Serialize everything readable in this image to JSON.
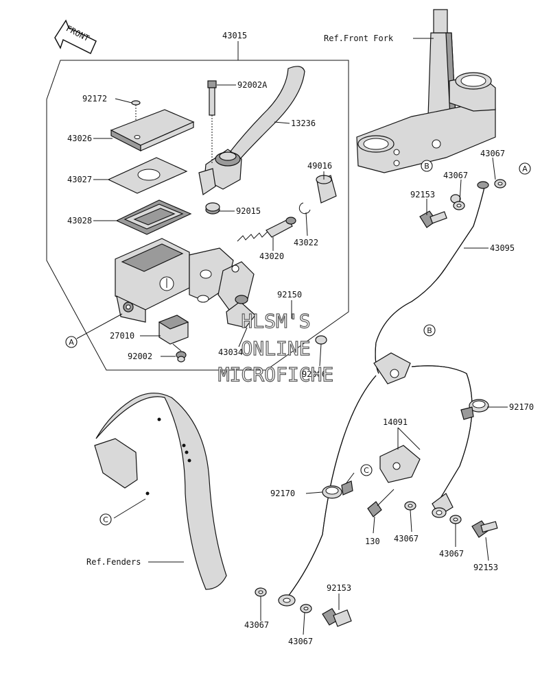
{
  "front_arrow_label": "FRONT",
  "ref_labels": {
    "front_fork": "Ref.Front Fork",
    "fenders": "Ref.Fenders"
  },
  "part_numbers": {
    "p43015": "43015",
    "p92172": "92172",
    "p92002A": "92002A",
    "p13236": "13236",
    "p43026": "43026",
    "p43027": "43027",
    "p49016": "49016",
    "p92015": "92015",
    "p43028": "43028",
    "p43022": "43022",
    "p43020": "43020",
    "p92150": "92150",
    "p27010": "27010",
    "p92002": "92002",
    "p43034": "43034",
    "p92066": "92066",
    "p43067_a": "43067",
    "p43067_b": "43067",
    "p92153_a": "92153",
    "p43095": "43095",
    "p92170_a": "92170",
    "p14091": "14091",
    "p92170_b": "92170",
    "p130": "130",
    "p43067_c": "43067",
    "p43067_d": "43067",
    "p92153_b": "92153",
    "p92153_c": "92153",
    "p43067_e": "43067",
    "p43067_f": "43067"
  },
  "ref_markers": {
    "a1": "A",
    "a2": "A",
    "b1": "B",
    "b2": "B",
    "c1": "C",
    "c2": "C"
  },
  "watermark": {
    "line1": "HLSM'S",
    "line2": "ONLINE",
    "line3": "MICROFICHE"
  }
}
